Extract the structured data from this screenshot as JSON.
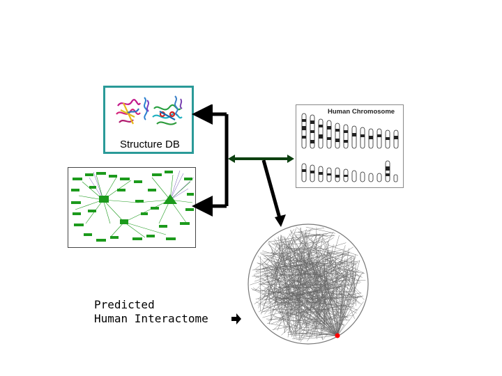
{
  "structure_db": {
    "label": "Structure DB"
  },
  "chromosome_panel": {
    "title": "Human Chromosome"
  },
  "interactome": {
    "label_line1": "Predicted",
    "label_line2": "Human Interactome"
  },
  "colors": {
    "teal_border": "#2a9a98",
    "pathway_green": "#1c9a1c",
    "arrow_dark_green": "#0d4010",
    "network_node": "#ff0000",
    "arrow_black": "#000000"
  },
  "icons": [
    "protein-structure-icon",
    "arrow-right-icon"
  ]
}
